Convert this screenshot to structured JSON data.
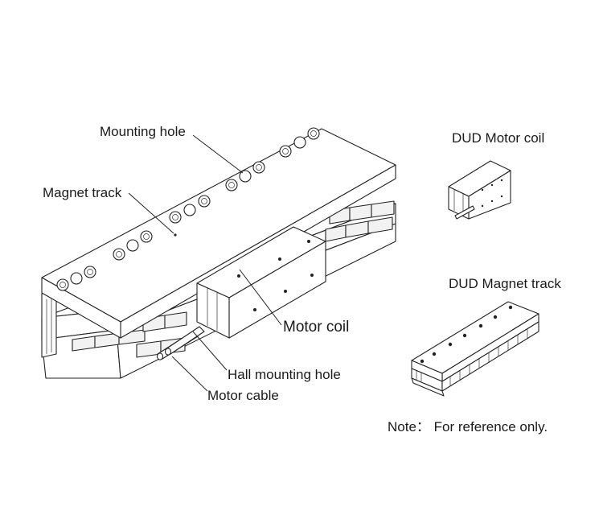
{
  "labels": {
    "mounting_hole": "Mounting hole",
    "magnet_track": "Magnet track",
    "motor_coil": "Motor coil",
    "hall_mounting_hole": "Hall mounting hole",
    "motor_cable": "Motor cable",
    "dud_motor_coil": "DUD Motor coil",
    "dud_magnet_track": "DUD Magnet track",
    "note": "Note： For reference only."
  }
}
